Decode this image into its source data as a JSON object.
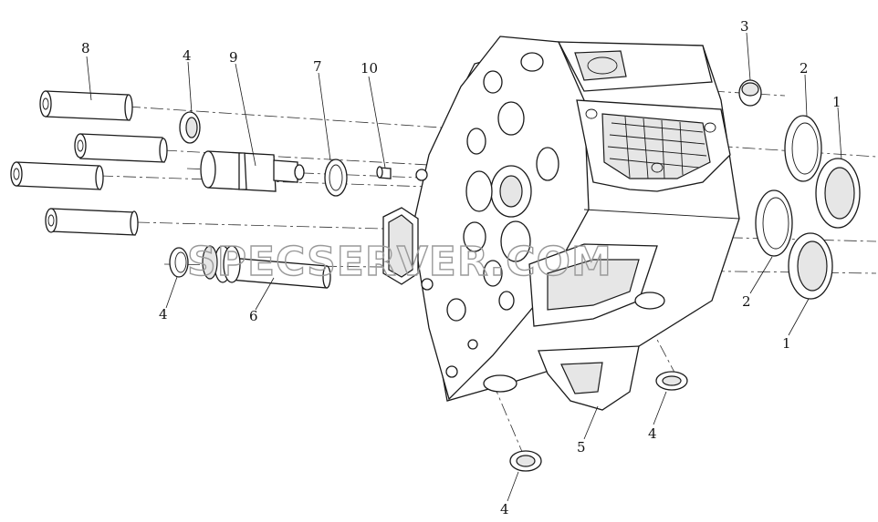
{
  "callouts": {
    "c1_top": "1",
    "c1_bottom": "1",
    "c2_top": "2",
    "c2_bottom": "2",
    "c3": "3",
    "c4_top": "4",
    "c4_left": "4",
    "c4_right": "4",
    "c4_bottom": "4",
    "c5": "5",
    "c6": "6",
    "c7": "7",
    "c8": "8",
    "c9": "9",
    "c10": "10"
  },
  "watermark": "SPECSERVER.COM"
}
